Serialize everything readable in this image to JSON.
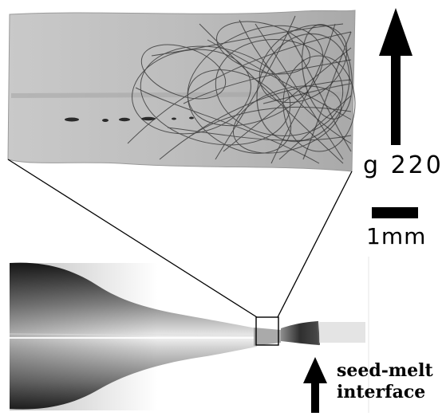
{
  "figure": {
    "labels": {
      "diffraction_vector": "g 220",
      "scale_bar": "1mm",
      "interface_line1": "seed-melt",
      "interface_line2": "interface"
    }
  }
}
